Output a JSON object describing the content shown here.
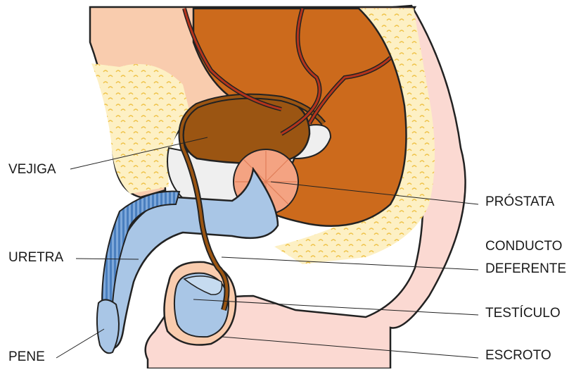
{
  "labels": {
    "vejiga": "VEJIGA",
    "uretra": "URETRA",
    "pene": "PENE",
    "prostata": "PRÓSTATA",
    "conducto_1": "CONDUCTO",
    "conducto_2": "DEFERENTE",
    "testiculo": "TESTÍCULO",
    "escroto": "ESCROTO"
  },
  "colors": {
    "skin": "#f9ccae",
    "skin_pink": "#fbd9d2",
    "fat": "#fdf0c4",
    "fat_marks": "#efc34a",
    "rectum": "#cc6a1c",
    "bladder": "#9b5512",
    "prostate": "#f4a382",
    "prostate_lines": "#e07e5a",
    "blue": "#a9c6e6",
    "blue_dark": "#4a7fbf",
    "white_area": "#efefef",
    "vessel": "#b5341c",
    "outline": "#222222"
  }
}
